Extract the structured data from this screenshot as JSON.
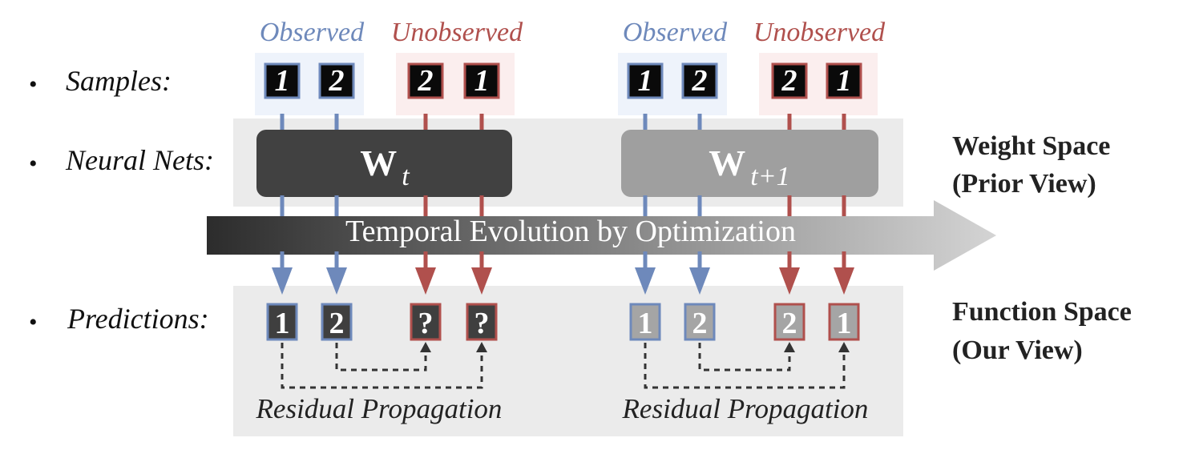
{
  "colors": {
    "observed": "#6e89bb",
    "unobserved": "#b0504d",
    "observed_bg": "#eef3fb",
    "unobserved_bg": "#fbeeee",
    "band_bg": "#ebebeb",
    "net_dark": "#414141",
    "net_light": "#9f9f9f",
    "pred_dark": "#3f3f3f",
    "pred_light": "#a5a5a5",
    "dashed": "#333333"
  },
  "headers": {
    "observed": "Observed",
    "unobserved": "Unobserved"
  },
  "rows": {
    "samples": "Samples:",
    "neural_nets": "Neural Nets:",
    "predictions": "Predictions:"
  },
  "bullet": "•",
  "nets": {
    "current": {
      "main": "W",
      "sub": "t"
    },
    "next": {
      "main": "W",
      "sub": "t+1"
    }
  },
  "timeline": "Temporal Evolution by Optimization",
  "right_labels": {
    "weight_space_line1": "Weight Space",
    "weight_space_line2": "(Prior View)",
    "function_space_line1": "Function Space",
    "function_space_line2": "(Our View)"
  },
  "groups": [
    {
      "samples": [
        "1",
        "2",
        "2",
        "1"
      ],
      "predictions": [
        "1",
        "2",
        "?",
        "?"
      ],
      "residual": "Residual Propagation"
    },
    {
      "samples": [
        "1",
        "2",
        "2",
        "1"
      ],
      "predictions": [
        "1",
        "2",
        "2",
        "1"
      ],
      "residual": "Residual Propagation"
    }
  ]
}
